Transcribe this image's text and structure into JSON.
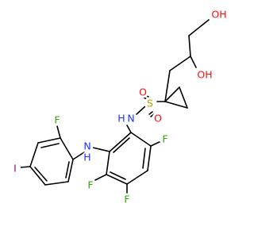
{
  "molecule": {
    "atom_colors": {
      "C": "#000000",
      "N": "#2233ff",
      "O": "#ff0d0d",
      "F": "#33aa00",
      "S": "#b8a000",
      "I": "#940094"
    },
    "atoms": [
      {
        "id": "s1",
        "el": "S",
        "label": "S"
      },
      {
        "id": "o1",
        "el": "O",
        "label": "O"
      },
      {
        "id": "o2",
        "el": "O",
        "label": "O"
      },
      {
        "id": "n1",
        "el": "N",
        "label": "N"
      },
      {
        "id": "h1",
        "el": "N",
        "label": "H"
      },
      {
        "id": "n2",
        "el": "N",
        "label": "N"
      },
      {
        "id": "h2",
        "el": "N",
        "label": "H"
      },
      {
        "id": "f1",
        "el": "F",
        "label": "F"
      },
      {
        "id": "f2",
        "el": "F",
        "label": "F"
      },
      {
        "id": "f3",
        "el": "F",
        "label": "F"
      },
      {
        "id": "f4",
        "el": "F",
        "label": "F"
      },
      {
        "id": "i1",
        "el": "I",
        "label": "I"
      },
      {
        "id": "oh1",
        "el": "O",
        "label": "OH"
      },
      {
        "id": "oh2",
        "el": "O",
        "label": "OH"
      }
    ]
  }
}
